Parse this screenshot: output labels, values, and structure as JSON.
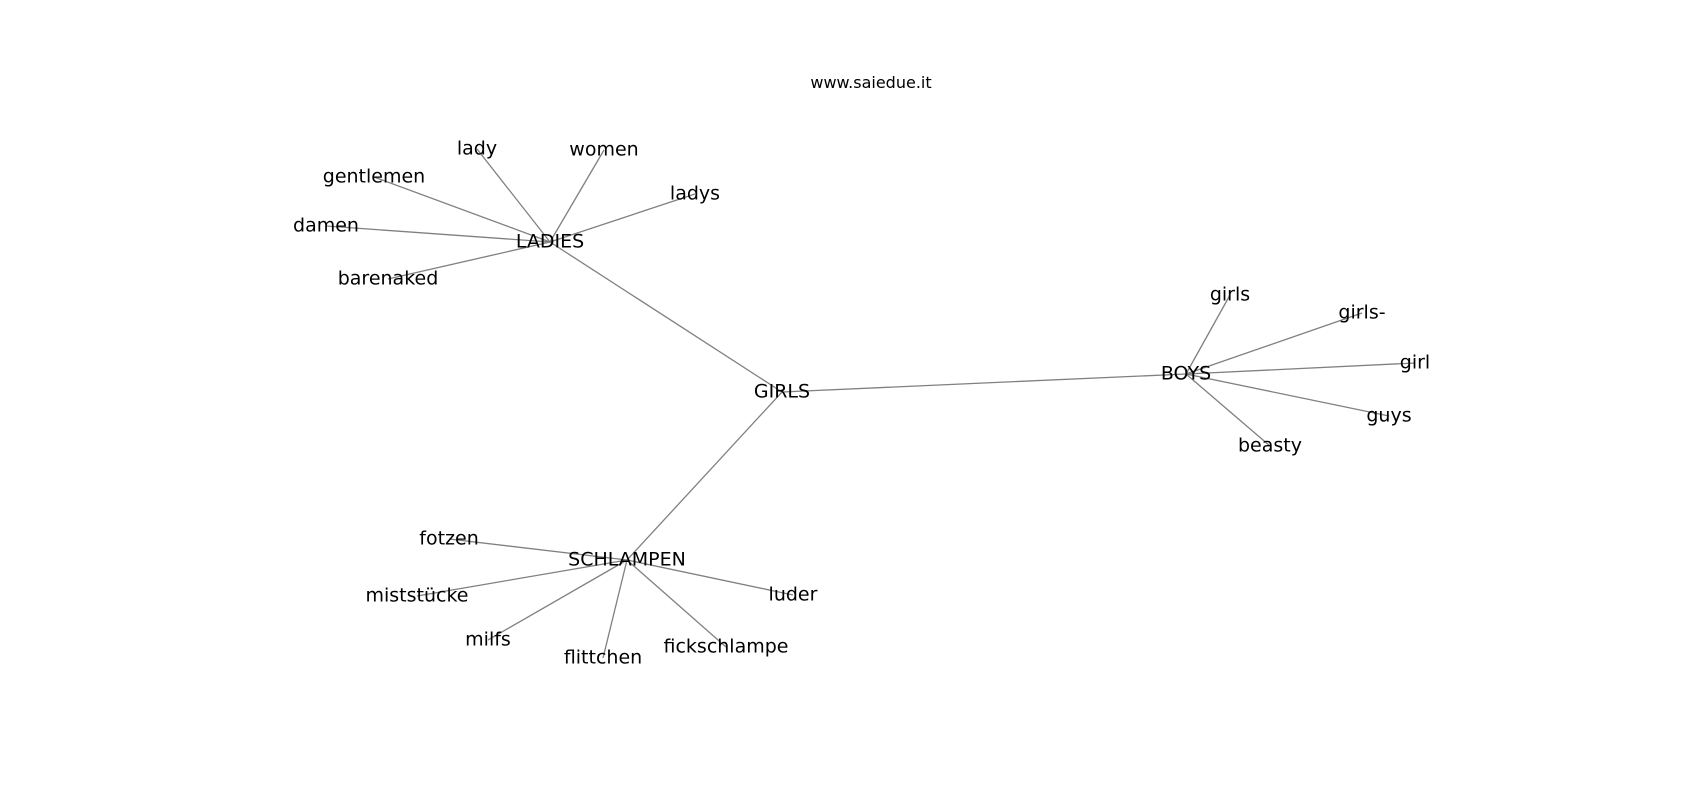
{
  "site": "www.saiedue.it",
  "colors": {
    "edge": "#808080",
    "text": "#000000",
    "background": "#ffffff"
  },
  "nodes": [
    {
      "id": "GIRLS",
      "label": "GIRLS"
    },
    {
      "id": "LADIES",
      "label": "LADIES"
    },
    {
      "id": "BOYS",
      "label": "BOYS"
    },
    {
      "id": "SCHLAMPEN",
      "label": "SCHLAMPEN"
    },
    {
      "id": "lady",
      "label": "lady"
    },
    {
      "id": "women",
      "label": "women"
    },
    {
      "id": "gentlemen",
      "label": "gentlemen"
    },
    {
      "id": "ladys",
      "label": "ladys"
    },
    {
      "id": "damen",
      "label": "damen"
    },
    {
      "id": "barenaked",
      "label": "barenaked"
    },
    {
      "id": "girls",
      "label": "girls"
    },
    {
      "id": "girls-",
      "label": "girls-"
    },
    {
      "id": "girl",
      "label": "girl"
    },
    {
      "id": "guys",
      "label": "guys"
    },
    {
      "id": "beasty",
      "label": "beasty"
    },
    {
      "id": "fotzen",
      "label": "fotzen"
    },
    {
      "id": "miststucke",
      "label": "miststücke"
    },
    {
      "id": "luder",
      "label": "luder"
    },
    {
      "id": "milfs",
      "label": "milfs"
    },
    {
      "id": "flittchen",
      "label": "flittchen"
    },
    {
      "id": "fickschlampe",
      "label": "fickschlampe"
    }
  ],
  "edges": [
    [
      "GIRLS",
      "LADIES"
    ],
    [
      "GIRLS",
      "BOYS"
    ],
    [
      "GIRLS",
      "SCHLAMPEN"
    ],
    [
      "LADIES",
      "lady"
    ],
    [
      "LADIES",
      "women"
    ],
    [
      "LADIES",
      "gentlemen"
    ],
    [
      "LADIES",
      "ladys"
    ],
    [
      "LADIES",
      "damen"
    ],
    [
      "LADIES",
      "barenaked"
    ],
    [
      "BOYS",
      "girls"
    ],
    [
      "BOYS",
      "girls-"
    ],
    [
      "BOYS",
      "girl"
    ],
    [
      "BOYS",
      "guys"
    ],
    [
      "BOYS",
      "beasty"
    ],
    [
      "SCHLAMPEN",
      "fotzen"
    ],
    [
      "SCHLAMPEN",
      "miststucke"
    ],
    [
      "SCHLAMPEN",
      "luder"
    ],
    [
      "SCHLAMPEN",
      "milfs"
    ],
    [
      "SCHLAMPEN",
      "flittchen"
    ],
    [
      "SCHLAMPEN",
      "fickschlampe"
    ]
  ]
}
